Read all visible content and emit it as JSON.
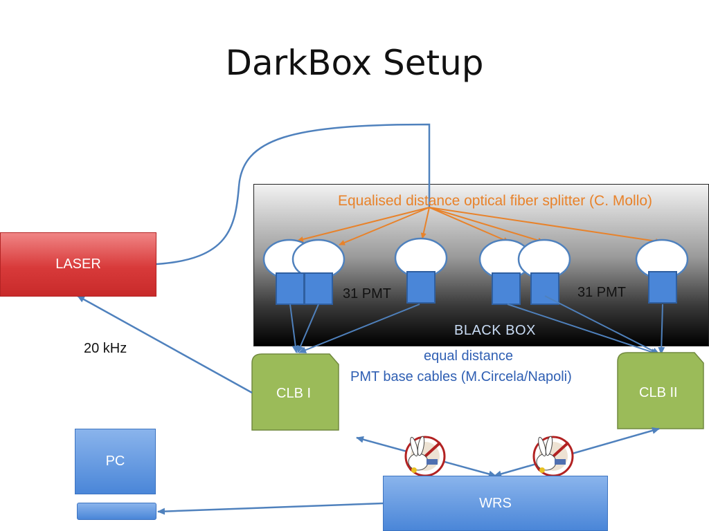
{
  "title": "DarkBox Setup",
  "nodes": {
    "laser": "LASER",
    "pc": "PC",
    "wrs": "WRS",
    "clb1": "CLB I",
    "clb2": "CLB II"
  },
  "labels": {
    "splitter": "Equalised distance optical fiber splitter (C. Mollo)",
    "pmt_left": "31 PMT",
    "pmt_right": "31 PMT",
    "black_box": "BLACK BOX",
    "frequency": "20 kHz",
    "cables_line1": "equal distance",
    "cables_line2": "PMT base cables (M.Circela/Napoli)"
  },
  "colors": {
    "laser": "#d83a3a",
    "node_blue": "#4a86d8",
    "clb_green": "#9bbb59",
    "fiber_orange": "#e8822a",
    "link_blue": "#4f81bd"
  }
}
